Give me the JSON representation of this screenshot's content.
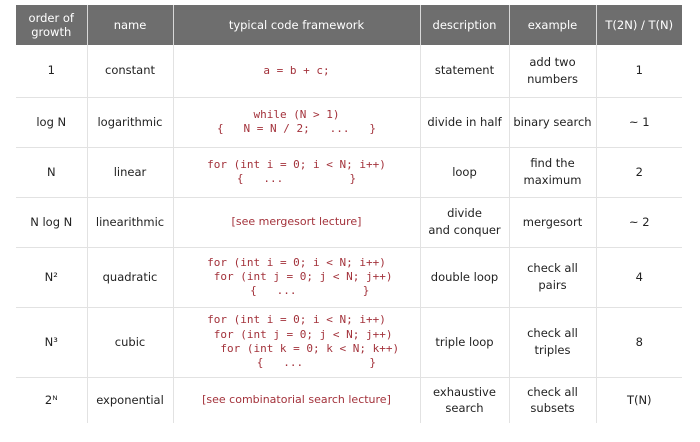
{
  "headers": [
    "order of\ngrowth",
    "name",
    "typical code framework",
    "description",
    "example",
    "T(2N) / T(N)"
  ],
  "rows": [
    {
      "order": "1",
      "name": "constant",
      "code": [
        "a = b + c;"
      ],
      "code_is_ref": false,
      "description": "statement",
      "example": "add two\nnumbers",
      "ratio": "1"
    },
    {
      "order": "log N",
      "name": "logarithmic",
      "code": [
        "while (N > 1)",
        "{   N = N / 2;   ...   }"
      ],
      "code_is_ref": false,
      "description": "divide in half",
      "example": "binary search",
      "ratio": "~ 1"
    },
    {
      "order": "N",
      "name": "linear",
      "code": [
        "for (int i = 0; i < N; i++)",
        "{   ...          }"
      ],
      "code_is_ref": false,
      "description": "loop",
      "example": "find the\nmaximum",
      "ratio": "2"
    },
    {
      "order": "N log N",
      "name": "linearithmic",
      "code": [
        "[see mergesort lecture]"
      ],
      "code_is_ref": true,
      "description": "divide\nand conquer",
      "example": "mergesort",
      "ratio": "~ 2"
    },
    {
      "order": "N²",
      "name": "quadratic",
      "code": [
        "for (int i = 0; i < N; i++)",
        "  for (int j = 0; j < N; j++)",
        "    {   ...          }"
      ],
      "code_is_ref": false,
      "description": "double loop",
      "example": "check all\npairs",
      "ratio": "4"
    },
    {
      "order": "N³",
      "name": "cubic",
      "code": [
        "for (int i = 0; i < N; i++)",
        "  for (int j = 0; j < N; j++)",
        "    for (int k = 0; k < N; k++)",
        "      {   ...          }"
      ],
      "code_is_ref": false,
      "description": "triple loop",
      "example": "check all\ntriples",
      "ratio": "8"
    },
    {
      "order": "2ᴺ",
      "name": "exponential",
      "code": [
        "[see combinatorial search lecture]"
      ],
      "code_is_ref": true,
      "description": "exhaustive\nsearch",
      "example": "check all\nsubsets",
      "ratio": "T(N)"
    }
  ]
}
